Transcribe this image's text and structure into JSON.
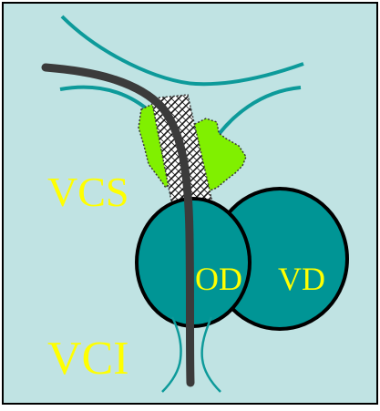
{
  "labels": {
    "vcs": "VCS",
    "od": "OD",
    "vd": "VD",
    "vci": "VCI"
  },
  "colors": {
    "background": "#c0e3e3",
    "frame": "#000000",
    "vessel_line": "#0d9a9a",
    "chamber_fill": "#009595",
    "chamber_stroke": "#000000",
    "catheter": "#3b3b3b",
    "lime": "#80f000",
    "label_text": "#ffff00"
  }
}
